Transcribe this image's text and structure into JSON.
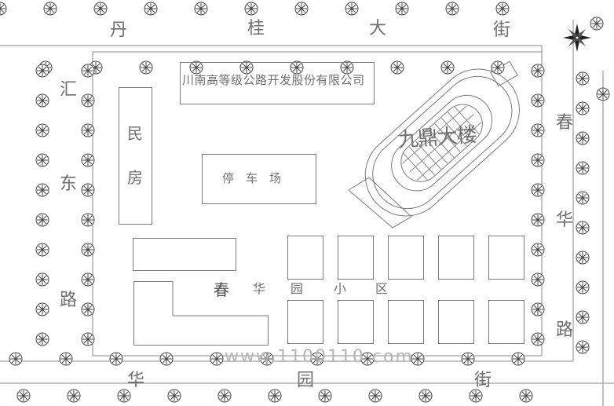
{
  "streets": {
    "dan_gui_street": [
      "丹",
      "桂",
      "大",
      "街"
    ],
    "huidong_road": [
      "汇",
      "东",
      "路"
    ],
    "chunhua_road": [
      "春",
      "华",
      "路"
    ],
    "huayuan_street": [
      "华",
      "园",
      "街"
    ]
  },
  "buildings": {
    "company": "川南高等级公路开发股份有限公司",
    "residence": [
      "民",
      "房"
    ],
    "parking": "停　车　场",
    "tower": "九鼎大楼"
  },
  "community": [
    "春",
    "华",
    "园",
    "小",
    "区"
  ],
  "watermark": "www.1100110.com",
  "north_arrow": "north-arrow-icon",
  "colors": {
    "line": "#7a7a7a",
    "text": "#6f6f6f",
    "tree": "#444444"
  }
}
